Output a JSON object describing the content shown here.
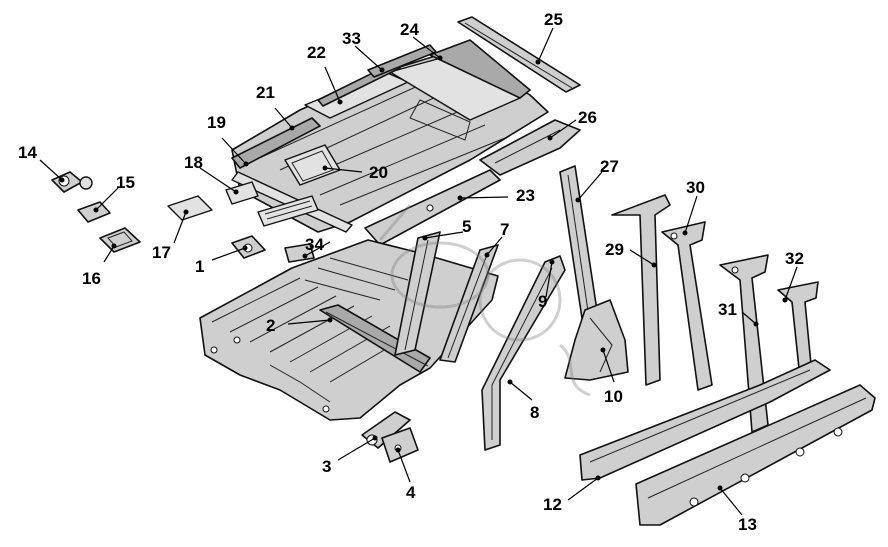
{
  "callouts": [
    {
      "id": "1",
      "label": "1"
    },
    {
      "id": "2",
      "label": "2"
    },
    {
      "id": "3",
      "label": "3"
    },
    {
      "id": "4",
      "label": "4"
    },
    {
      "id": "5",
      "label": "5"
    },
    {
      "id": "7",
      "label": "7"
    },
    {
      "id": "8",
      "label": "8"
    },
    {
      "id": "9",
      "label": "9"
    },
    {
      "id": "10",
      "label": "10"
    },
    {
      "id": "12",
      "label": "12"
    },
    {
      "id": "13",
      "label": "13"
    },
    {
      "id": "14",
      "label": "14"
    },
    {
      "id": "15",
      "label": "15"
    },
    {
      "id": "16",
      "label": "16"
    },
    {
      "id": "17",
      "label": "17"
    },
    {
      "id": "18",
      "label": "18"
    },
    {
      "id": "19",
      "label": "19"
    },
    {
      "id": "20",
      "label": "20"
    },
    {
      "id": "21",
      "label": "21"
    },
    {
      "id": "22",
      "label": "22"
    },
    {
      "id": "23",
      "label": "23"
    },
    {
      "id": "24",
      "label": "24"
    },
    {
      "id": "25",
      "label": "25"
    },
    {
      "id": "26",
      "label": "26"
    },
    {
      "id": "27",
      "label": "27"
    },
    {
      "id": "29",
      "label": "29"
    },
    {
      "id": "30",
      "label": "30"
    },
    {
      "id": "31",
      "label": "31"
    },
    {
      "id": "32",
      "label": "32"
    },
    {
      "id": "33",
      "label": "33"
    },
    {
      "id": "34",
      "label": "34"
    }
  ]
}
